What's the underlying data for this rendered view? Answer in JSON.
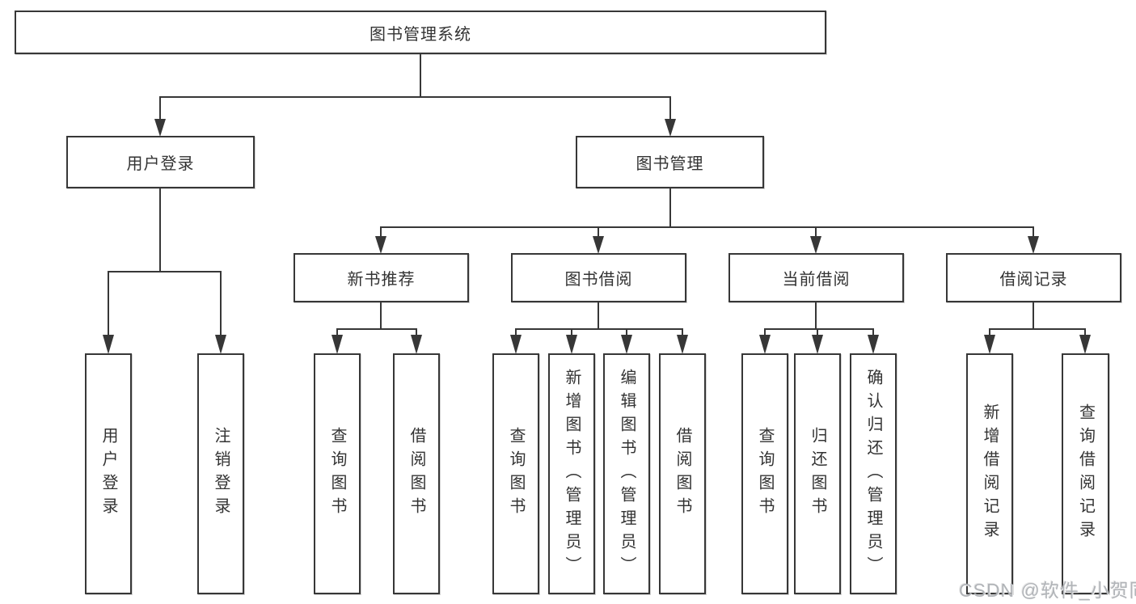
{
  "diagram": {
    "title": "图书管理系统",
    "nodes": {
      "root": {
        "label": "图书管理系统"
      },
      "user_login": {
        "label": "用户登录"
      },
      "book_management": {
        "label": "图书管理"
      },
      "new_book_recommend": {
        "label": "新书推荐"
      },
      "book_borrowing": {
        "label": "图书借阅"
      },
      "current_borrowing": {
        "label": "当前借阅"
      },
      "borrowing_records": {
        "label": "借阅记录"
      },
      "leaf_user_login": {
        "label": "用户登录"
      },
      "leaf_logout": {
        "label": "注销登录"
      },
      "leaf_nbr_query_books": {
        "label": "查询图书"
      },
      "leaf_nbr_borrow_books": {
        "label": "借阅图书"
      },
      "leaf_bb_query_books": {
        "label": "查询图书"
      },
      "leaf_bb_add_books": {
        "label": "新增图书（管理员）"
      },
      "leaf_bb_edit_books": {
        "label": "编辑图书（管理员）"
      },
      "leaf_bb_borrow_books": {
        "label": "借阅图书"
      },
      "leaf_cb_query_books": {
        "label": "查询图书"
      },
      "leaf_cb_return_books": {
        "label": "归还图书"
      },
      "leaf_cb_confirm_return": {
        "label": "确认归还（管理员）"
      },
      "leaf_br_add_record": {
        "label": "新增借阅记录"
      },
      "leaf_br_query_record": {
        "label": "查询借阅记录"
      }
    },
    "colors": {
      "line": "#373737",
      "text": "#333333",
      "background": "#ffffff",
      "watermark": "#b1b4b8"
    }
  },
  "watermark": {
    "text": "CSDN @软件_小贺同学"
  }
}
